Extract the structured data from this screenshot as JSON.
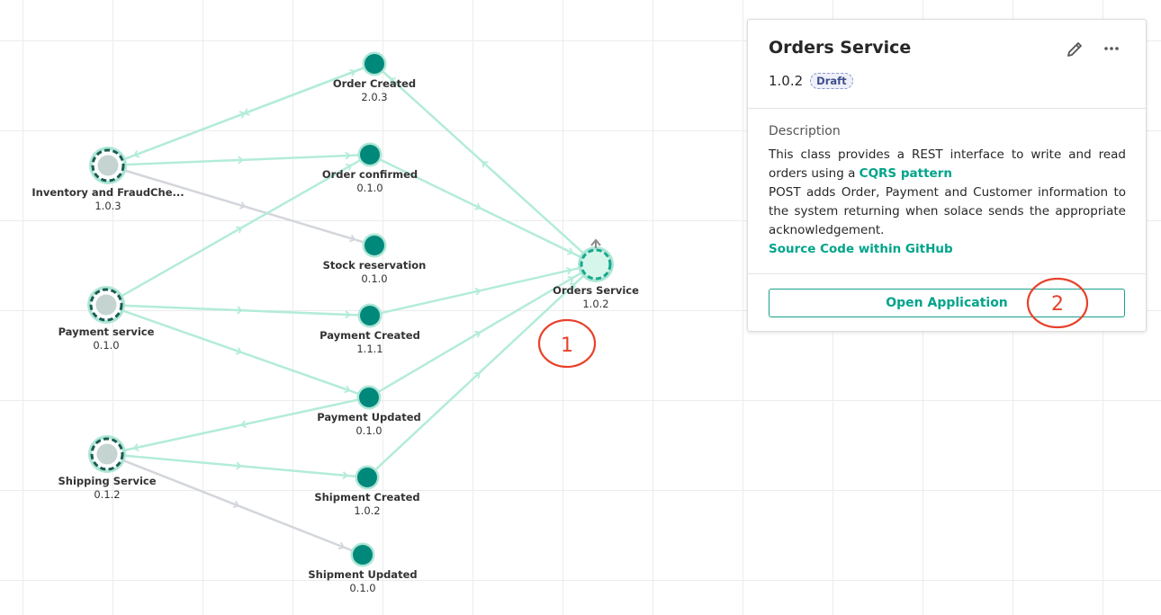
{
  "graph": {
    "nodes": [
      {
        "id": "inventory",
        "label": "Inventory and FraudChe...",
        "version": "1.0.3",
        "kind": "app"
      },
      {
        "id": "payment_service",
        "label": "Payment service",
        "version": "0.1.0",
        "kind": "app"
      },
      {
        "id": "shipping",
        "label": "Shipping Service",
        "version": "0.1.2",
        "kind": "app"
      },
      {
        "id": "order_created",
        "label": "Order Created",
        "version": "2.0.3",
        "kind": "event"
      },
      {
        "id": "order_confirmed",
        "label": "Order confirmed",
        "version": "0.1.0",
        "kind": "event"
      },
      {
        "id": "stock_reservation",
        "label": "Stock reservation",
        "version": "0.1.0",
        "kind": "event"
      },
      {
        "id": "payment_created",
        "label": "Payment Created",
        "version": "1.1.1",
        "kind": "event"
      },
      {
        "id": "payment_updated",
        "label": "Payment Updated",
        "version": "0.1.0",
        "kind": "event"
      },
      {
        "id": "shipment_created",
        "label": "Shipment Created",
        "version": "1.0.2",
        "kind": "event"
      },
      {
        "id": "shipment_updated",
        "label": "Shipment Updated",
        "version": "0.1.0",
        "kind": "event"
      },
      {
        "id": "orders_service",
        "label": "Orders Service",
        "version": "1.0.2",
        "kind": "app-selected"
      }
    ],
    "edges": [
      {
        "from": "inventory",
        "to": "order_created",
        "color": "teal"
      },
      {
        "from": "order_created",
        "to": "inventory",
        "color": "teal"
      },
      {
        "from": "inventory",
        "to": "order_confirmed",
        "color": "teal"
      },
      {
        "from": "inventory",
        "to": "stock_reservation",
        "color": "gray"
      },
      {
        "from": "payment_service",
        "to": "order_confirmed",
        "color": "teal"
      },
      {
        "from": "payment_service",
        "to": "payment_created",
        "color": "teal"
      },
      {
        "from": "payment_service",
        "to": "payment_updated",
        "color": "teal"
      },
      {
        "from": "payment_updated",
        "to": "shipping",
        "color": "teal"
      },
      {
        "from": "shipping",
        "to": "shipment_created",
        "color": "teal"
      },
      {
        "from": "shipping",
        "to": "shipment_updated",
        "color": "gray"
      },
      {
        "from": "orders_service",
        "to": "order_created",
        "color": "teal"
      },
      {
        "from": "order_confirmed",
        "to": "orders_service",
        "color": "teal"
      },
      {
        "from": "payment_created",
        "to": "orders_service",
        "color": "teal"
      },
      {
        "from": "payment_updated",
        "to": "orders_service",
        "color": "teal"
      },
      {
        "from": "shipment_created",
        "to": "orders_service",
        "color": "teal"
      }
    ],
    "colors": {
      "teal_edge": "#b3ecd9",
      "gray_edge": "#d3d6db",
      "event_fill": "#00897b",
      "event_halo": "#aee6d6",
      "app_fill": "#c5d3d1",
      "app_ring": "#1a5c52",
      "selected_fill": "#d6f6ec",
      "selected_ring": "#17a88c",
      "annotation": "#e8412b"
    }
  },
  "annotations": {
    "marker_1": "1",
    "marker_2": "2"
  },
  "panel": {
    "title": "Orders Service",
    "version": "1.0.2",
    "badge": "Draft",
    "description_label": "Description",
    "desc_part1": "This class provides a REST interface to write and read orders using a ",
    "desc_link": "CQRS pattern",
    "desc_part2": "POST adds Order, Payment and Customer information to the system returning when solace sends the appropriate acknowledgement.",
    "source_link": "Source Code within GitHub",
    "open_button": "Open Application",
    "edit_icon": "pencil-icon",
    "more_icon": "more-horizontal-icon"
  }
}
